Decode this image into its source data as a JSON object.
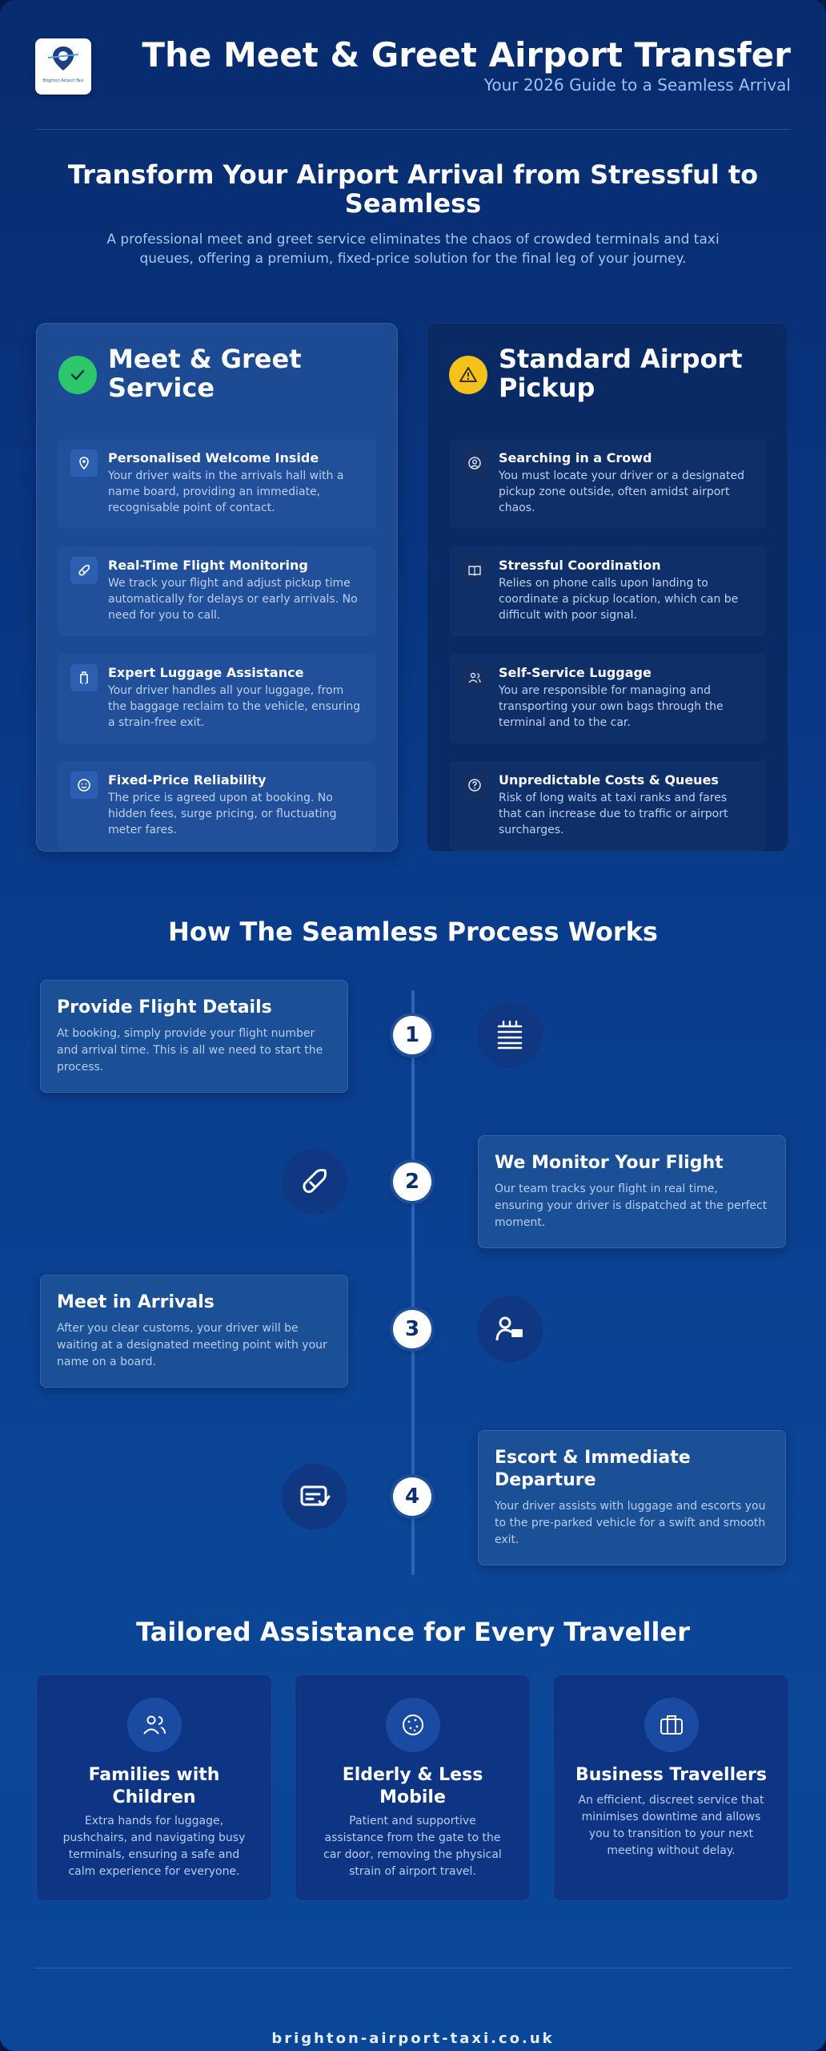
{
  "header": {
    "logo_text": "Brighton Airport Taxi",
    "title": "The Meet & Greet Airport Transfer",
    "subtitle": "Your 2026 Guide to a Seamless Arrival"
  },
  "hero": {
    "title": "Transform Your Airport Arrival from Stressful to Seamless",
    "description": "A professional meet and greet service eliminates the chaos of crowded terminals and taxi queues, offering a premium, fixed-price solution for the final leg of your journey."
  },
  "comparison": {
    "good": {
      "title": "Meet & Greet Service",
      "icon": "check-icon",
      "features": [
        {
          "icon": "location-pin-icon",
          "title": "Personalised Welcome Inside",
          "desc": "Your driver waits in the arrivals hall with a name board, providing an immediate, recognisable point of contact."
        },
        {
          "icon": "flight-tag-icon",
          "title": "Real-Time Flight Monitoring",
          "desc": "We track your flight and adjust pickup time automatically for delays or early arrivals. No need for you to call."
        },
        {
          "icon": "luggage-icon",
          "title": "Expert Luggage Assistance",
          "desc": "Your driver handles all your luggage, from the baggage reclaim to the vehicle, ensuring a strain-free exit."
        },
        {
          "icon": "smile-icon",
          "title": "Fixed-Price Reliability",
          "desc": "The price is agreed upon at booking. No hidden fees, surge pricing, or fluctuating meter fares."
        }
      ]
    },
    "bad": {
      "title": "Standard Airport Pickup",
      "icon": "warning-icon",
      "features": [
        {
          "icon": "user-circle-icon",
          "title": "Searching in a Crowd",
          "desc": "You must locate your driver or a designated pickup zone outside, often amidst airport chaos."
        },
        {
          "icon": "book-icon",
          "title": "Stressful Coordination",
          "desc": "Relies on phone calls upon landing to coordinate a pickup location, which can be difficult with poor signal."
        },
        {
          "icon": "users-icon",
          "title": "Self-Service Luggage",
          "desc": "You are responsible for managing and transporting your own bags through the terminal and to the car."
        },
        {
          "icon": "question-icon",
          "title": "Unpredictable Costs & Queues",
          "desc": "Risk of long waits at taxi ranks and fares that can increase due to traffic or airport surcharges."
        }
      ]
    }
  },
  "process": {
    "title": "How The Seamless Process Works",
    "steps": [
      {
        "num": "1",
        "title": "Provide Flight Details",
        "desc": "At booking, simply provide your flight number and arrival time. This is all we need to start the process.",
        "icon": "notepad-icon"
      },
      {
        "num": "2",
        "title": "We Monitor Your Flight",
        "desc": "Our team tracks your flight in real time, ensuring your driver is dispatched at the perfect moment.",
        "icon": "flight-tag-icon"
      },
      {
        "num": "3",
        "title": "Meet in Arrivals",
        "desc": "After you clear customs, your driver will be waiting at a designated meeting point with your name on a board.",
        "icon": "person-sign-icon"
      },
      {
        "num": "4",
        "title": "Escort & Immediate Departure",
        "desc": "Your driver assists with luggage and escorts you to the pre-parked vehicle for a swift and smooth exit.",
        "icon": "card-check-icon"
      }
    ]
  },
  "audience": {
    "title": "Tailored Assistance for Every Traveller",
    "items": [
      {
        "icon": "family-icon",
        "title": "Families with Children",
        "desc": "Extra hands for luggage, pushchairs, and navigating busy terminals, ensuring a safe and calm experience for everyone."
      },
      {
        "icon": "cookie-icon",
        "title": "Elderly & Less Mobile",
        "desc": "Patient and supportive assistance from the gate to the car door, removing the physical strain of airport travel."
      },
      {
        "icon": "briefcase-icon",
        "title": "Business Travellers",
        "desc": "An efficient, discreet service that minimises downtime and allows you to transition to your next meeting without delay."
      }
    ]
  },
  "footer": {
    "url": "brighton-airport-taxi.co.uk"
  }
}
